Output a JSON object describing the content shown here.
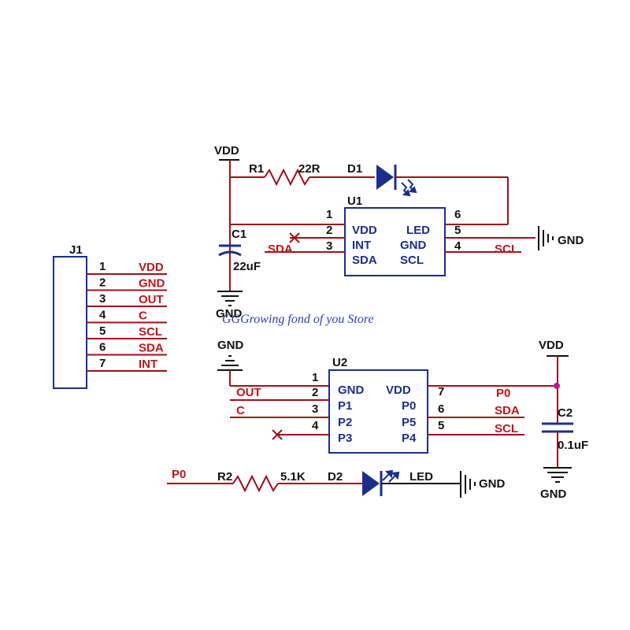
{
  "colors": {
    "wire": "#a01018",
    "component": "#1a2f8a",
    "net_label": "#c0141c",
    "text": "#111111",
    "junction": "#c0149a"
  },
  "watermark": "GGGrowing fond of you Store",
  "j1": {
    "ref": "J1",
    "pins": [
      {
        "num": "1",
        "net": "VDD"
      },
      {
        "num": "2",
        "net": "GND"
      },
      {
        "num": "3",
        "net": "OUT"
      },
      {
        "num": "4",
        "net": "C"
      },
      {
        "num": "5",
        "net": "SCL"
      },
      {
        "num": "6",
        "net": "SDA"
      },
      {
        "num": "7",
        "net": "INT"
      }
    ]
  },
  "top": {
    "vdd": "VDD",
    "r1_ref": "R1",
    "r1_val": "22R",
    "d1_ref": "D1",
    "c1_ref": "C1",
    "c1_val": "22uF",
    "c1_gnd": "GND",
    "sda_net": "SDA",
    "scl_net": "SCL",
    "gnd_right": "GND",
    "u1": {
      "ref": "U1",
      "left_pins": [
        {
          "num": "1",
          "name": "VDD"
        },
        {
          "num": "2",
          "name": "INT"
        },
        {
          "num": "3",
          "name": "SDA"
        }
      ],
      "right_pins": [
        {
          "num": "6",
          "name": ""
        },
        {
          "num": "5",
          "name": "LED"
        },
        {
          "num": "4",
          "name": "GND"
        }
      ],
      "right_extra": "SCL"
    }
  },
  "bottom": {
    "gnd_top": "GND",
    "out_net": "OUT",
    "c_net": "C",
    "vdd": "VDD",
    "c2_ref": "C2",
    "c2_val": "0.1uF",
    "c2_gnd": "GND",
    "p0_net": "P0",
    "sda_net": "SDA",
    "scl_net": "SCL",
    "u2": {
      "ref": "U2",
      "left_pins": [
        {
          "num": "1",
          "name": "GND"
        },
        {
          "num": "2",
          "name": "P1"
        },
        {
          "num": "3",
          "name": "P2"
        },
        {
          "num": "4",
          "name": "P3"
        }
      ],
      "right_pins": [
        {
          "num": "7",
          "name": "VDD"
        },
        {
          "num": "6",
          "name": "P0"
        },
        {
          "num": "5",
          "name": "P5"
        },
        {
          "num": "",
          "name": "P4"
        }
      ]
    },
    "led_row": {
      "p0": "P0",
      "r2_ref": "R2",
      "r2_val": "5.1K",
      "d2_ref": "D2",
      "led": "LED",
      "gnd": "GND"
    }
  }
}
